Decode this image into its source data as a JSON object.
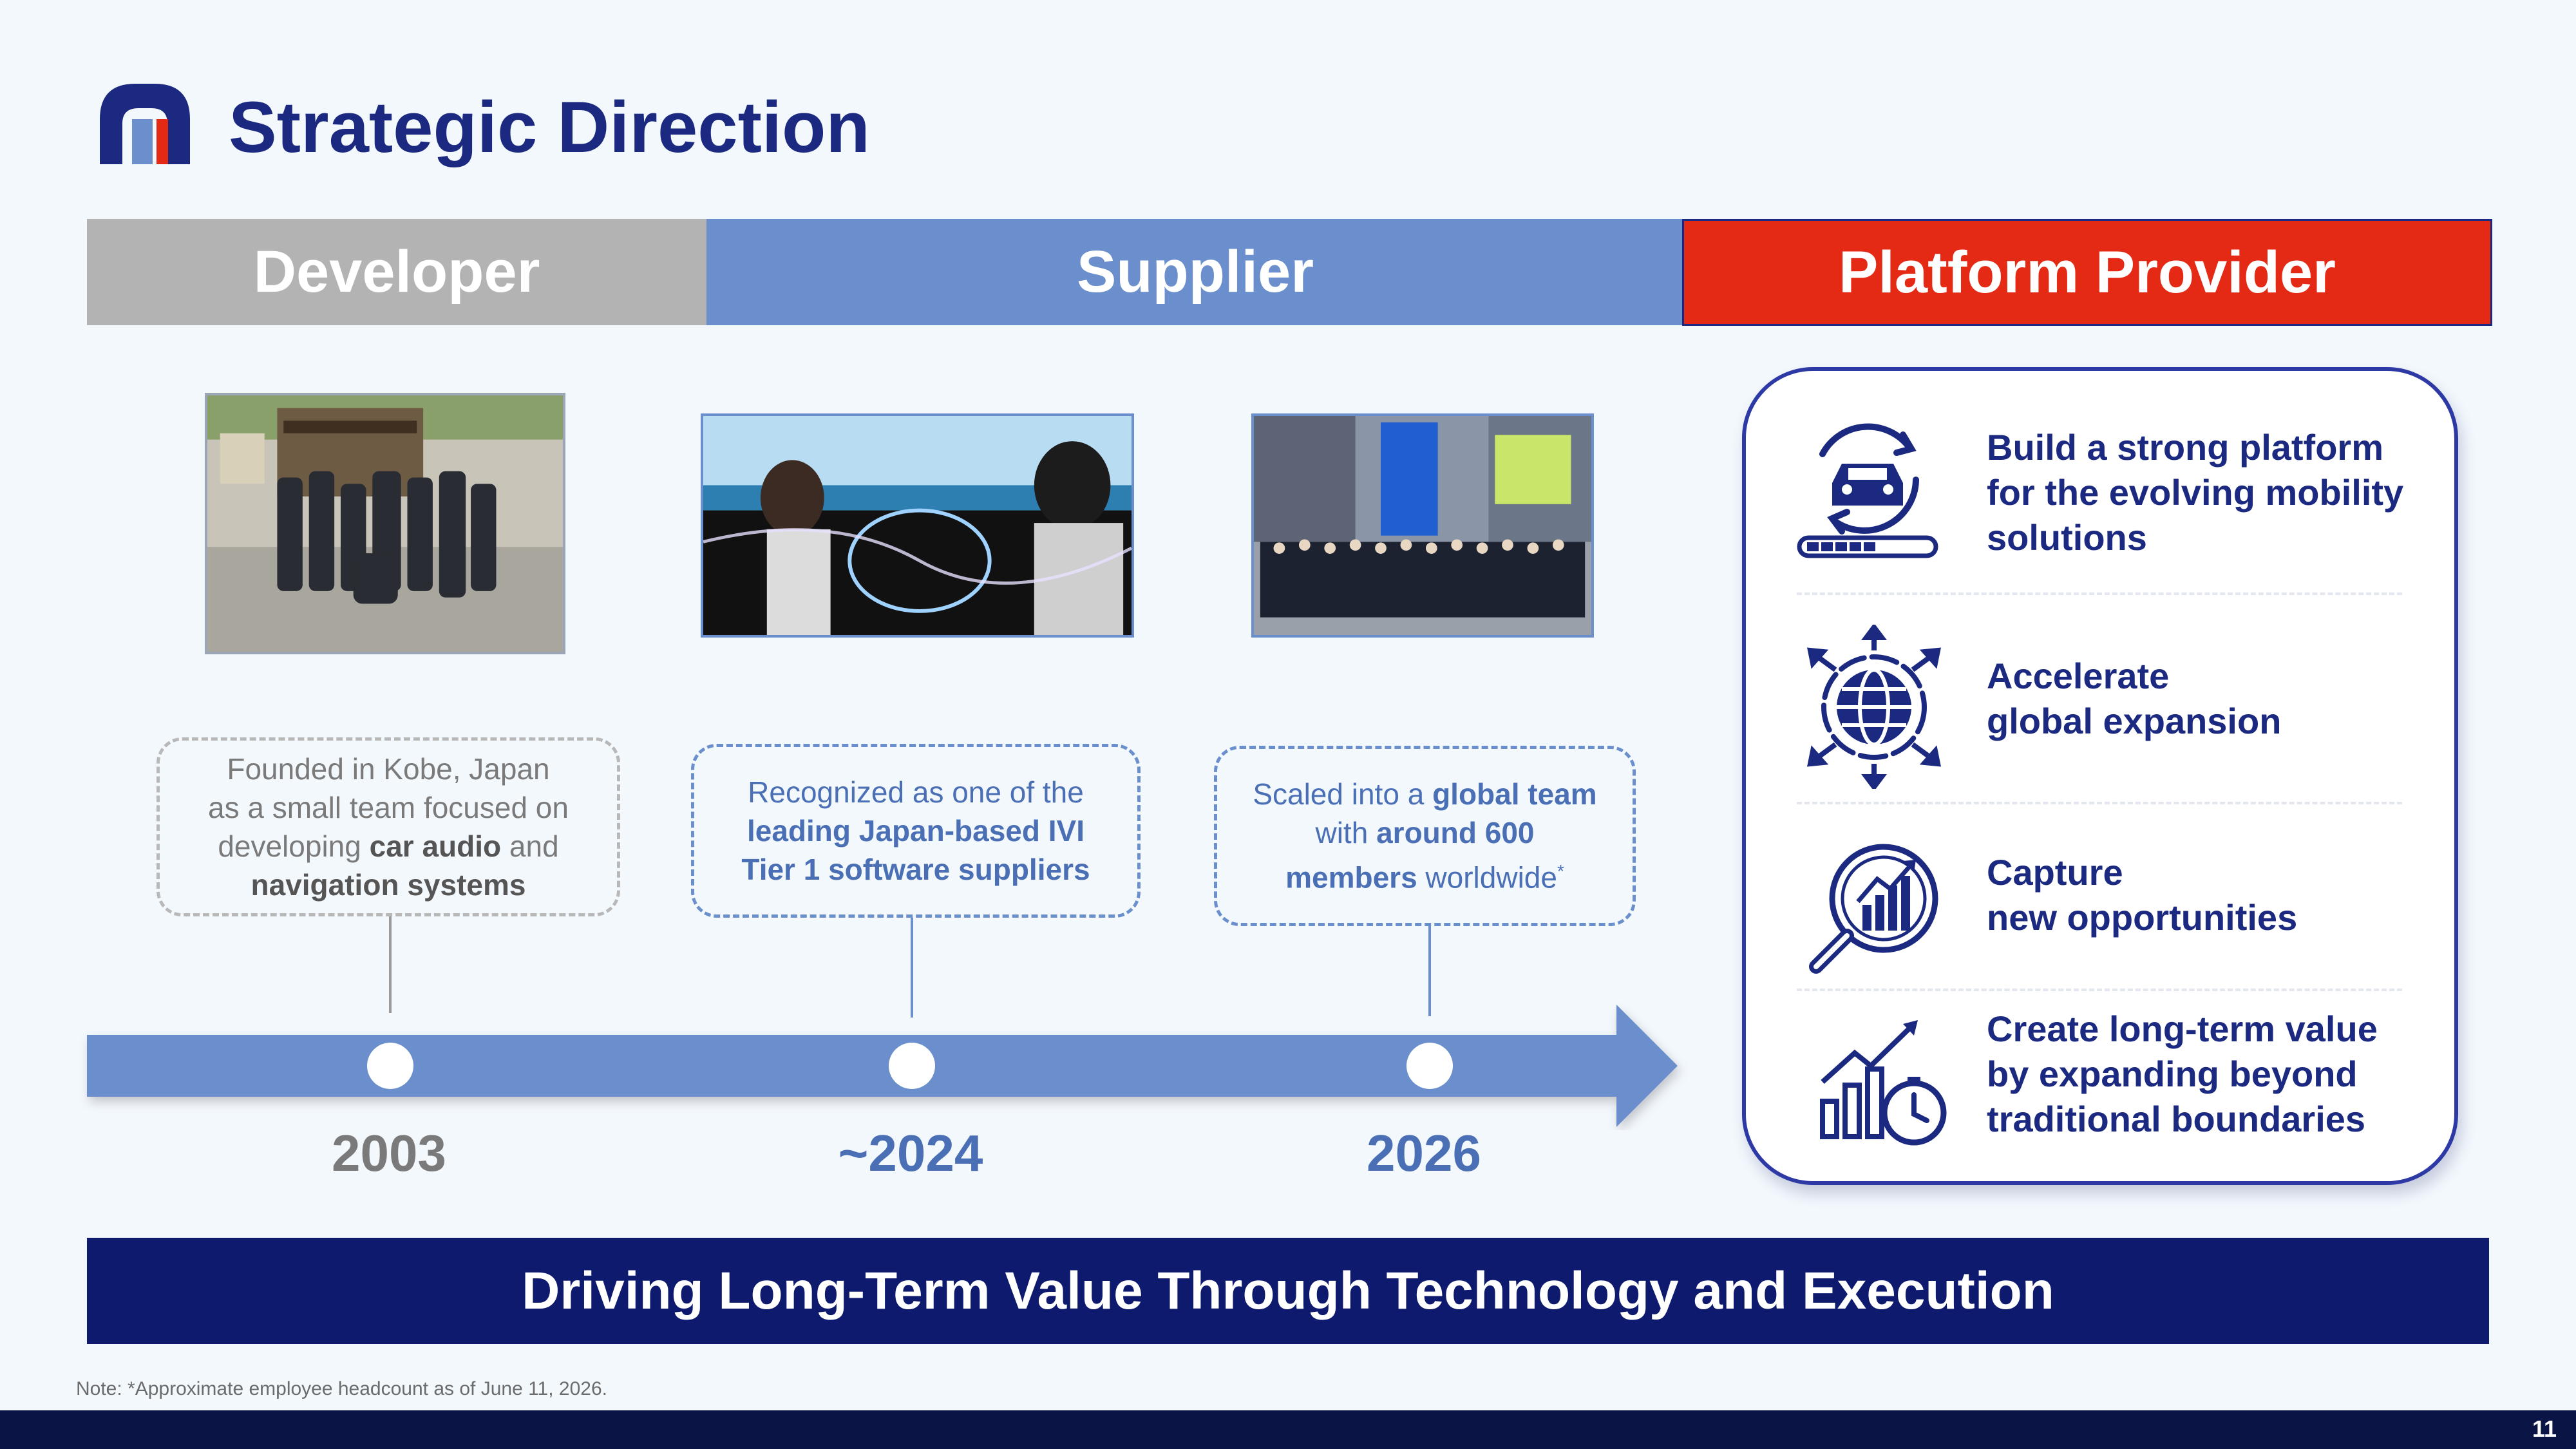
{
  "header": {
    "title": "Strategic Direction"
  },
  "phases": {
    "developer": "Developer",
    "supplier": "Supplier",
    "platform": "Platform Provider"
  },
  "timeline": {
    "m1": {
      "year": "2003",
      "a": "Founded in Kobe, Japan",
      "b": "as a small team focused on",
      "c": "developing ",
      "d": "car audio",
      "e": " and",
      "f": "navigation systems"
    },
    "m2": {
      "year": "~2024",
      "a": "Recognized as one of the",
      "b": "leading Japan-based IVI",
      "c": "Tier 1 software suppliers"
    },
    "m3": {
      "year": "2026",
      "a": "Scaled into a ",
      "b": "global team",
      "c": "with ",
      "d": "around 600",
      "e": "members",
      "f": " worldwide",
      "g": "*"
    }
  },
  "platform_items": [
    {
      "text": "Build a strong platform\nfor the evolving mobility\nsolutions",
      "icon": "car-platform-icon"
    },
    {
      "text": "Accelerate\nglobal expansion",
      "icon": "globe-expansion-icon"
    },
    {
      "text": "Capture\nnew opportunities",
      "icon": "magnifier-growth-icon"
    },
    {
      "text": "Create long-term value\nby expanding beyond\ntraditional boundaries",
      "icon": "chart-clock-icon"
    }
  ],
  "banner": "Driving Long-Term Value Through Technology and Execution",
  "note": "Note: *Approximate employee headcount as of June 11, 2026.",
  "page_number": "11",
  "colors": {
    "navy": "#1b2a80",
    "supplier_blue": "#6a8fcc",
    "developer_gray": "#b3b3b3",
    "platform_red": "#e42a14",
    "banner_navy": "#0d1a6e"
  }
}
